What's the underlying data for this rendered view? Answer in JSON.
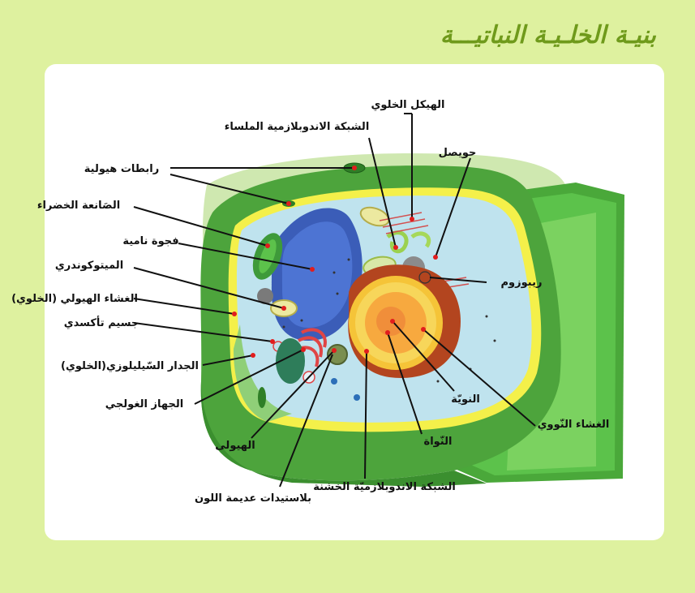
{
  "title": "بنيـة الخلـيـة النباتيـــة",
  "labels": {
    "cytoskeleton": "الهيكل الخلوي",
    "smooth_er": "الشبكة الاندوبلازمية الملساء",
    "vesicle": "حويصل",
    "plasmodesmata": "رابطات هيولية",
    "chloroplast": "الصَانعة الخضراء",
    "vacuole": "فجوة نامية",
    "mitochondrion": "الميتوكوندري",
    "plasma_membrane": "الغشاء الهيولي (الخلوي)",
    "peroxisome": "جسيم تأكسدي",
    "cell_wall": "الجدار السّيليلوزي(الخلوي)",
    "golgi": "الجهاز الغولجي",
    "cytoplasm": "الهيولى",
    "leucoplast": "بلاستيدات عديمة اللون",
    "rough_er": "الشبكة الاندوبلازميّة الخشنة",
    "nucleus": "النّواة",
    "nucleolus": "النويّة",
    "nuclear_envelope": "الغشاء النّووي",
    "ribosome": "ريبوزوم"
  }
}
